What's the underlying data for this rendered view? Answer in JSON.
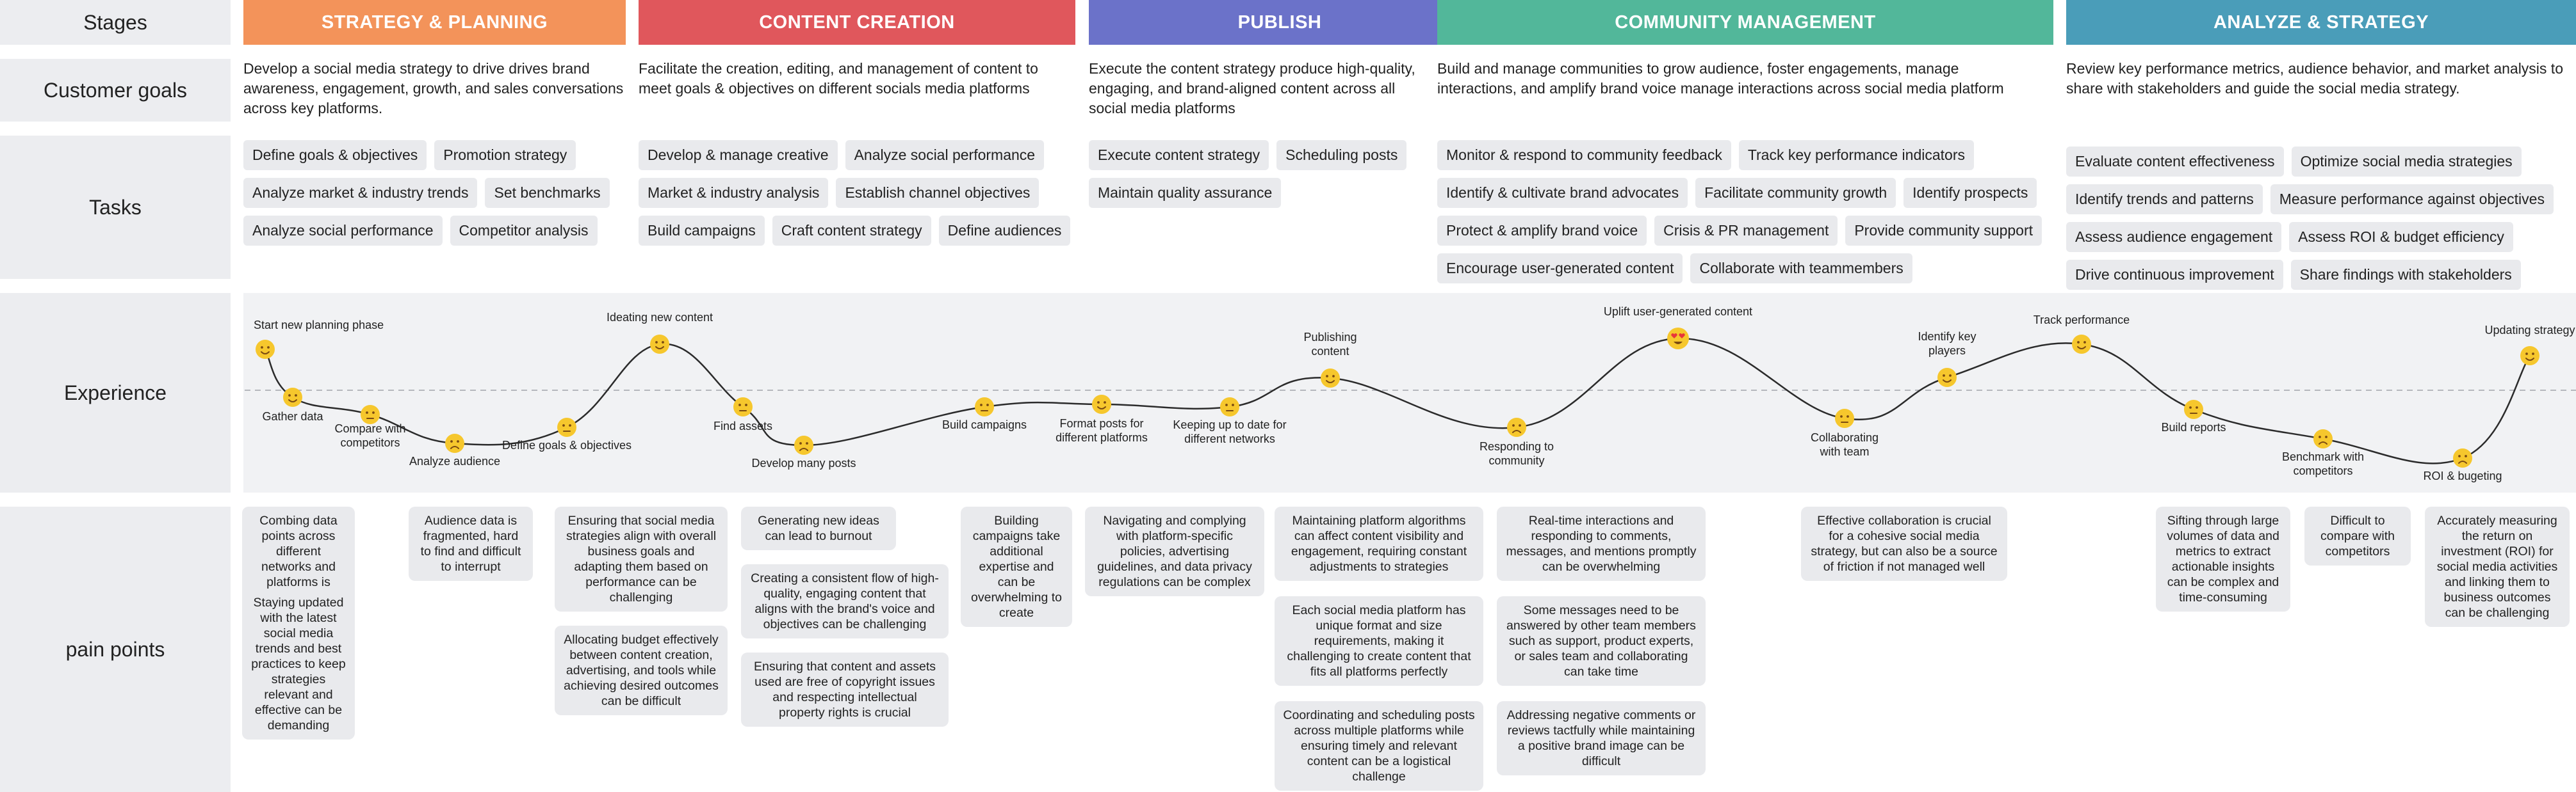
{
  "rows": {
    "stages": "Stages",
    "goals": "Customer goals",
    "tasks": "Tasks",
    "experience": "Experience",
    "pain": "pain points"
  },
  "colors": {
    "strategy": "#f3935a",
    "content": "#e0575c",
    "publish": "#6b72c9",
    "community": "#52b79a",
    "analyze": "#4a9db9",
    "emoji": "#f6c72d",
    "emoji_face": "#7a4a12",
    "love": "#e8353b"
  },
  "stages": [
    {
      "name": "STRATEGY & PLANNING",
      "goal": "Develop a social media strategy to drive drives brand awareness, engagement, growth, and sales conversations across key platforms.",
      "tasks": [
        "Define goals & objectives",
        "Promotion strategy",
        "Analyze market & industry trends",
        "Set benchmarks",
        "Analyze social performance",
        "Competitor analysis"
      ]
    },
    {
      "name": "CONTENT CREATION",
      "goal": "Facilitate the creation, editing, and management of content to meet goals & objectives on different socials media platforms",
      "tasks": [
        "Develop & manage creative",
        "Analyze social performance",
        "Market & industry analysis",
        "Establish channel objectives",
        "Build campaigns",
        "Craft content strategy",
        "Define audiences"
      ]
    },
    {
      "name": "PUBLISH",
      "goal": "Execute the content strategy produce high-quality, engaging, and brand-aligned content across all social media platforms",
      "tasks": [
        "Execute content strategy",
        "Scheduling posts",
        "Maintain quality assurance"
      ]
    },
    {
      "name": "COMMUNITY MANAGEMENT",
      "goal": "Build and manage communities to grow audience, foster engagements, manage interactions, and amplify brand voice manage interactions across social media platform",
      "tasks": [
        "Monitor & respond to community feedback",
        "Track key performance indicators",
        "Identify & cultivate brand advocates",
        "Facilitate community growth",
        "Identify prospects",
        "Protect & amplify brand voice",
        "Crisis & PR management",
        "Provide community support",
        "Encourage user-generated content",
        "Collaborate with teammembers"
      ]
    },
    {
      "name": "ANALYZE & STRATEGY",
      "goal": "Review key performance metrics, audience behavior, and market analysis to share with stakeholders and guide the social media strategy.",
      "tasks": [
        "Evaluate content effectiveness",
        "Optimize social media strategies",
        "Identify trends and patterns",
        "Measure performance against objectives",
        "Assess audience engagement",
        "Assess ROI & budget efficiency",
        "Drive continuous improvement",
        "Share findings with stakeholders"
      ]
    }
  ],
  "experience": [
    {
      "label": "Start new planning phase",
      "mood": "happy"
    },
    {
      "label": "Gather data",
      "mood": "happy"
    },
    {
      "label": "Compare with competitors",
      "mood": "neutral"
    },
    {
      "label": "Analyze audience",
      "mood": "sad"
    },
    {
      "label": "Define goals & objectives",
      "mood": "neutral"
    },
    {
      "label": "Ideating new content",
      "mood": "happy"
    },
    {
      "label": "Find assets",
      "mood": "neutral"
    },
    {
      "label": "Develop many posts",
      "mood": "sad"
    },
    {
      "label": "Build campaigns",
      "mood": "neutral"
    },
    {
      "label": "Format posts for different platforms",
      "mood": "happy"
    },
    {
      "label": "Keeping up to date for different networks",
      "mood": "neutral"
    },
    {
      "label": "Publishing content",
      "mood": "happy"
    },
    {
      "label": "Responding to community",
      "mood": "sad"
    },
    {
      "label": "Uplift user-generated content",
      "mood": "love"
    },
    {
      "label": "Collaborating with team",
      "mood": "neutral"
    },
    {
      "label": "Identify key players",
      "mood": "happy"
    },
    {
      "label": "Track performance",
      "mood": "happy"
    },
    {
      "label": "Build reports",
      "mood": "neutral"
    },
    {
      "label": "Benchmark with competitors",
      "mood": "sad"
    },
    {
      "label": "ROI & bugeting",
      "mood": "sad"
    },
    {
      "label": "Updating strategy",
      "mood": "happy"
    }
  ],
  "pain_points": [
    "Combing data points across different networks and platforms is challening",
    "Staying updated with the latest social media trends and best practices to keep strategies relevant and effective can be demanding",
    "Audience data is fragmented, hard to find and difficult to interrupt",
    "Ensuring that social media strategies align with overall business goals and adapting them based on performance can be challenging",
    "Allocating budget effectively between content creation, advertising, and tools while achieving desired outcomes can be difficult",
    "Generating new ideas can lead to burnout",
    "Creating a consistent flow of high-quality, engaging content that aligns with the brand's voice and objectives can be challenging",
    "Ensuring that content and assets used are free of copyright issues and respecting intellectual property rights is crucial",
    "Building campaigns take additional expertise and can be overwhelming to create",
    "Navigating and complying with platform-specific policies, advertising guidelines, and data privacy regulations can be complex",
    "Maintaining platform algorithms can affect content visibility and engagement, requiring constant adjustments to strategies",
    "Each social media platform has unique format and size requirements, making it challenging to create content that fits all platforms perfectly",
    "Coordinating and scheduling posts across multiple platforms while ensuring timely and relevant content can be a logistical challenge",
    "Real-time interactions and responding to comments, messages, and mentions promptly can be overwhelming",
    "Some messages need to be answered by other team members such as support, product experts, or sales team and collaborating  can take time",
    "Addressing negative comments or reviews tactfully while maintaining a positive brand image can be difficult",
    "Effective collaboration is crucial for a cohesive social media strategy, but can also be a source of friction if not managed well",
    "Sifting through large volumes of data and metrics to extract actionable insights can be complex and time-consuming",
    "Difficult to compare with competitors",
    "Accurately measuring the return on investment (ROI) for social media activities and linking them to business outcomes can be challenging"
  ]
}
